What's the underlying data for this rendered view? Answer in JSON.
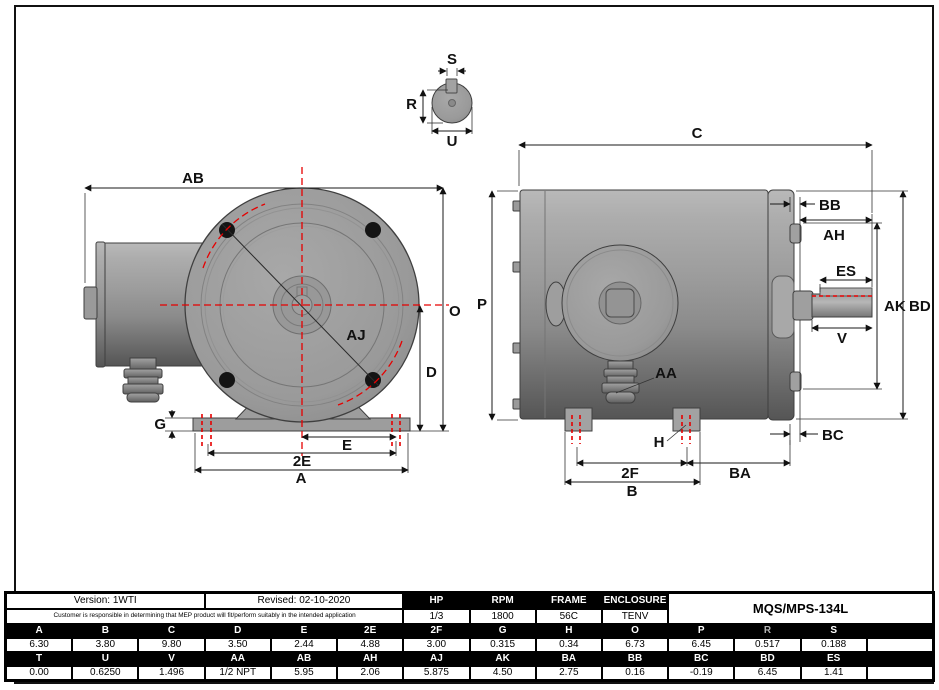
{
  "drawing": {
    "labels": {
      "ab": "AB",
      "o": "O",
      "d": "D",
      "g": "G",
      "e": "E",
      "e2": "2E",
      "a": "A",
      "aj": "AJ",
      "s": "S",
      "r": "R",
      "u": "U",
      "c": "C",
      "p": "P",
      "bb": "BB",
      "ah": "AH",
      "es": "ES",
      "ak": "AK",
      "bd": "BD",
      "v": "V",
      "aa": "AA",
      "h": "H",
      "f2": "2F",
      "ba": "BA",
      "b": "B",
      "bc": "BC"
    },
    "colors": {
      "centerline_red": "#e60000",
      "body_gray": "#9c9c9c",
      "line_black": "#111111"
    }
  },
  "table": {
    "version_label": "Version: 1WTI",
    "revised_label": "Revised: 02-10-2020",
    "disclaimer": "Customer is responsible in determining that MEP product will fit/perform suitably in the intended application",
    "model": "MQS/MPS-134L",
    "spec_headers": [
      "HP",
      "RPM",
      "FRAME",
      "ENCLOSURE"
    ],
    "spec_values": [
      "1/3",
      "1800",
      "56C",
      "TENV"
    ],
    "dim_row1_headers": [
      "A",
      "B",
      "C",
      "D",
      "E",
      "2E",
      "2F",
      "G",
      "H",
      "O",
      "P",
      "R",
      "S",
      ""
    ],
    "dim_row1_values": [
      "6.30",
      "3.80",
      "9.80",
      "3.50",
      "2.44",
      "4.88",
      "3.00",
      "0.315",
      "0.34",
      "6.73",
      "6.45",
      "0.517",
      "0.188",
      ""
    ],
    "dim_row2_headers": [
      "T",
      "U",
      "V",
      "AA",
      "AB",
      "AH",
      "AJ",
      "AK",
      "BA",
      "BB",
      "BC",
      "BD",
      "ES",
      ""
    ],
    "dim_row2_values": [
      "0.00",
      "0.6250",
      "1.496",
      "1/2 NPT",
      "5.95",
      "2.06",
      "5.875",
      "4.50",
      "2.75",
      "0.16",
      "-0.19",
      "6.45",
      "1.41",
      ""
    ]
  }
}
